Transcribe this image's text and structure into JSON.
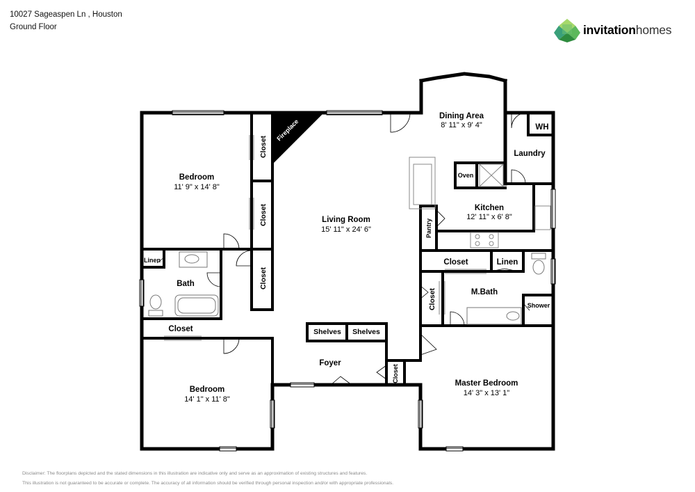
{
  "header": {
    "address": "10027 Sageaspen Ln , Houston",
    "floor": "Ground Floor"
  },
  "brand": {
    "name_bold": "invitation",
    "name_regular": "homes",
    "colors": {
      "green_dark": "#2e8b3e",
      "green_mid": "#5cb85c",
      "green_light": "#a6d86a",
      "teal": "#3aa07a"
    }
  },
  "rooms": {
    "dining": {
      "name": "Dining Area",
      "dim": "8' 11\" x 9' 4\""
    },
    "wh": {
      "name": "WH"
    },
    "laundry": {
      "name": "Laundry"
    },
    "oven": {
      "name": "Oven"
    },
    "kitchen": {
      "name": "Kitchen",
      "dim": "12' 11\" x 6' 8\""
    },
    "pantry": {
      "name": "Pantry"
    },
    "living": {
      "name": "Living Room",
      "dim": "15' 11\" x 24' 6\""
    },
    "fireplace": {
      "name": "Fireplace"
    },
    "bedroom1": {
      "name": "Bedroom",
      "dim": "11' 9\" x 14' 8\""
    },
    "closet_a": {
      "name": "Closet"
    },
    "closet_b": {
      "name": "Closet"
    },
    "closet_c": {
      "name": "Closet"
    },
    "linen1": {
      "name": "Linen"
    },
    "bath": {
      "name": "Bath"
    },
    "closet_d": {
      "name": "Closet"
    },
    "bedroom2": {
      "name": "Bedroom",
      "dim": "14' 1\" x 11' 8\""
    },
    "shelves1": {
      "name": "Shelves"
    },
    "shelves2": {
      "name": "Shelves"
    },
    "foyer": {
      "name": "Foyer"
    },
    "closet_e": {
      "name": "Closet"
    },
    "closet_m": {
      "name": "Closet"
    },
    "linen2": {
      "name": "Linen"
    },
    "closet_mb": {
      "name": "Closet"
    },
    "mbath": {
      "name": "M.Bath"
    },
    "shower": {
      "name": "Shower"
    },
    "master": {
      "name": "Master Bedroom",
      "dim": "14' 3\" x 13' 1\""
    }
  },
  "disclaimer": {
    "line1": "Disclaimer: The floorplans depicted and the stated dimensions in this illustration are indicative only and serve as an approximation of existing structures and features.",
    "line2": "This illustration is not guaranteed to be accurate or complete. The accuracy of all information should be verified through personal inspection and/or with appropriate professionals."
  }
}
